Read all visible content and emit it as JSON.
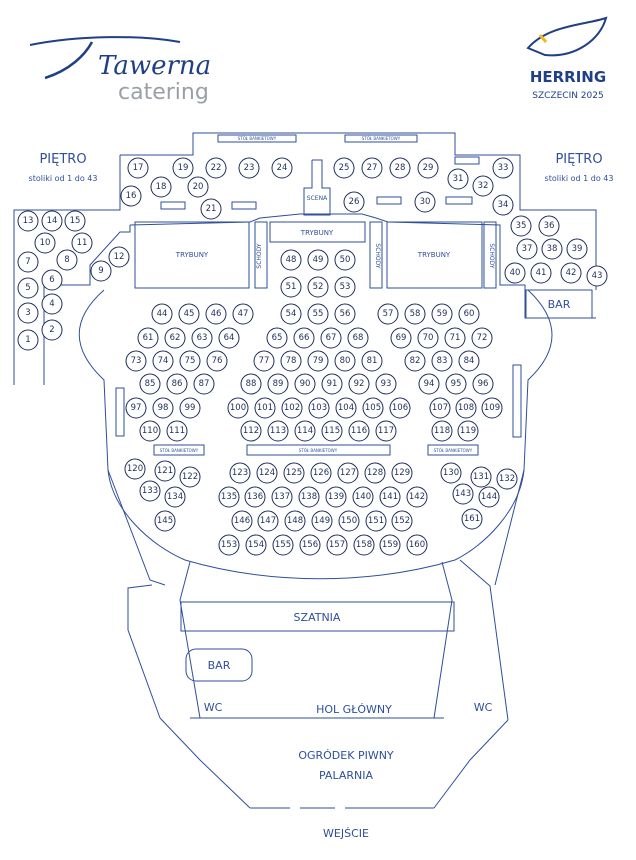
{
  "brand": {
    "logo_left_script": "Tawerna",
    "logo_left_sub": "catering",
    "logo_right_name": "HERRING",
    "logo_right_sub": "SZCZECIN 2025"
  },
  "floor_left": {
    "title": "PIĘTRO",
    "subtitle": "stoliki od 1 do 43"
  },
  "floor_right": {
    "title": "PIĘTRO",
    "subtitle": "stoliki od 1 do 43"
  },
  "labels": {
    "stage": "SCENA",
    "stands_left": "TRYBUNY",
    "stands_center": "TRYBUNY",
    "stands_right": "TRYBUNY",
    "stairs": "SCHODY",
    "banquet_table": "STÓŁ BANKIETOWY",
    "bar_upper": "BAR",
    "cloakroom": "SZATNIA",
    "bar_lower": "BAR",
    "wc": "WC",
    "main_hall": "HOL GŁÓWNY",
    "beer_garden": "OGRÓDEK PIWNY",
    "smoking_area": "PALARNIA",
    "entrance": "WEJŚCIE"
  },
  "tables": [
    {
      "n": "1"
    },
    {
      "n": "2"
    },
    {
      "n": "3"
    },
    {
      "n": "4"
    },
    {
      "n": "5"
    },
    {
      "n": "6"
    },
    {
      "n": "7"
    },
    {
      "n": "8"
    },
    {
      "n": "9"
    },
    {
      "n": "10"
    },
    {
      "n": "11"
    },
    {
      "n": "12"
    },
    {
      "n": "13"
    },
    {
      "n": "14"
    },
    {
      "n": "15"
    },
    {
      "n": "16"
    },
    {
      "n": "17"
    },
    {
      "n": "18"
    },
    {
      "n": "19"
    },
    {
      "n": "20"
    },
    {
      "n": "21"
    },
    {
      "n": "22"
    },
    {
      "n": "23"
    },
    {
      "n": "24"
    },
    {
      "n": "25"
    },
    {
      "n": "26"
    },
    {
      "n": "27"
    },
    {
      "n": "28"
    },
    {
      "n": "29"
    },
    {
      "n": "30"
    },
    {
      "n": "31"
    },
    {
      "n": "32"
    },
    {
      "n": "33"
    },
    {
      "n": "34"
    },
    {
      "n": "35"
    },
    {
      "n": "36"
    },
    {
      "n": "37"
    },
    {
      "n": "38"
    },
    {
      "n": "39"
    },
    {
      "n": "40"
    },
    {
      "n": "41"
    },
    {
      "n": "42"
    },
    {
      "n": "43"
    },
    {
      "n": "44"
    },
    {
      "n": "45"
    },
    {
      "n": "46"
    },
    {
      "n": "47"
    },
    {
      "n": "48"
    },
    {
      "n": "49"
    },
    {
      "n": "50"
    },
    {
      "n": "51"
    },
    {
      "n": "52"
    },
    {
      "n": "53"
    },
    {
      "n": "54"
    },
    {
      "n": "55"
    },
    {
      "n": "56"
    },
    {
      "n": "57"
    },
    {
      "n": "58"
    },
    {
      "n": "59"
    },
    {
      "n": "60"
    },
    {
      "n": "61"
    },
    {
      "n": "62"
    },
    {
      "n": "63"
    },
    {
      "n": "64"
    },
    {
      "n": "65"
    },
    {
      "n": "66"
    },
    {
      "n": "67"
    },
    {
      "n": "68"
    },
    {
      "n": "69"
    },
    {
      "n": "70"
    },
    {
      "n": "71"
    },
    {
      "n": "72"
    },
    {
      "n": "73"
    },
    {
      "n": "74"
    },
    {
      "n": "75"
    },
    {
      "n": "76"
    },
    {
      "n": "77"
    },
    {
      "n": "78"
    },
    {
      "n": "79"
    },
    {
      "n": "80"
    },
    {
      "n": "81"
    },
    {
      "n": "82"
    },
    {
      "n": "83"
    },
    {
      "n": "84"
    },
    {
      "n": "85"
    },
    {
      "n": "86"
    },
    {
      "n": "87"
    },
    {
      "n": "88"
    },
    {
      "n": "89"
    },
    {
      "n": "90"
    },
    {
      "n": "91"
    },
    {
      "n": "92"
    },
    {
      "n": "93"
    },
    {
      "n": "94"
    },
    {
      "n": "95"
    },
    {
      "n": "96"
    },
    {
      "n": "97"
    },
    {
      "n": "98"
    },
    {
      "n": "99"
    },
    {
      "n": "100"
    },
    {
      "n": "101"
    },
    {
      "n": "102"
    },
    {
      "n": "103"
    },
    {
      "n": "104"
    },
    {
      "n": "105"
    },
    {
      "n": "106"
    },
    {
      "n": "107"
    },
    {
      "n": "108"
    },
    {
      "n": "109"
    },
    {
      "n": "110"
    },
    {
      "n": "111"
    },
    {
      "n": "112"
    },
    {
      "n": "113"
    },
    {
      "n": "114"
    },
    {
      "n": "115"
    },
    {
      "n": "116"
    },
    {
      "n": "117"
    },
    {
      "n": "118"
    },
    {
      "n": "119"
    },
    {
      "n": "120"
    },
    {
      "n": "121"
    },
    {
      "n": "122"
    },
    {
      "n": "123"
    },
    {
      "n": "124"
    },
    {
      "n": "125"
    },
    {
      "n": "126"
    },
    {
      "n": "127"
    },
    {
      "n": "128"
    },
    {
      "n": "129"
    },
    {
      "n": "130"
    },
    {
      "n": "131"
    },
    {
      "n": "132"
    },
    {
      "n": "133"
    },
    {
      "n": "134"
    },
    {
      "n": "135"
    },
    {
      "n": "136"
    },
    {
      "n": "137"
    },
    {
      "n": "138"
    },
    {
      "n": "139"
    },
    {
      "n": "140"
    },
    {
      "n": "141"
    },
    {
      "n": "142"
    },
    {
      "n": "143"
    },
    {
      "n": "144"
    },
    {
      "n": "145"
    },
    {
      "n": "146"
    },
    {
      "n": "147"
    },
    {
      "n": "148"
    },
    {
      "n": "149"
    },
    {
      "n": "150"
    },
    {
      "n": "151"
    },
    {
      "n": "152"
    },
    {
      "n": "153"
    },
    {
      "n": "154"
    },
    {
      "n": "155"
    },
    {
      "n": "156"
    },
    {
      "n": "157"
    },
    {
      "n": "158"
    },
    {
      "n": "159"
    },
    {
      "n": "160"
    },
    {
      "n": "161"
    }
  ],
  "colors": {
    "line": "#2f4f9a",
    "brand": "#1f3f87",
    "accent": "#f2b820",
    "logo_grey": "#9aa0a8"
  }
}
